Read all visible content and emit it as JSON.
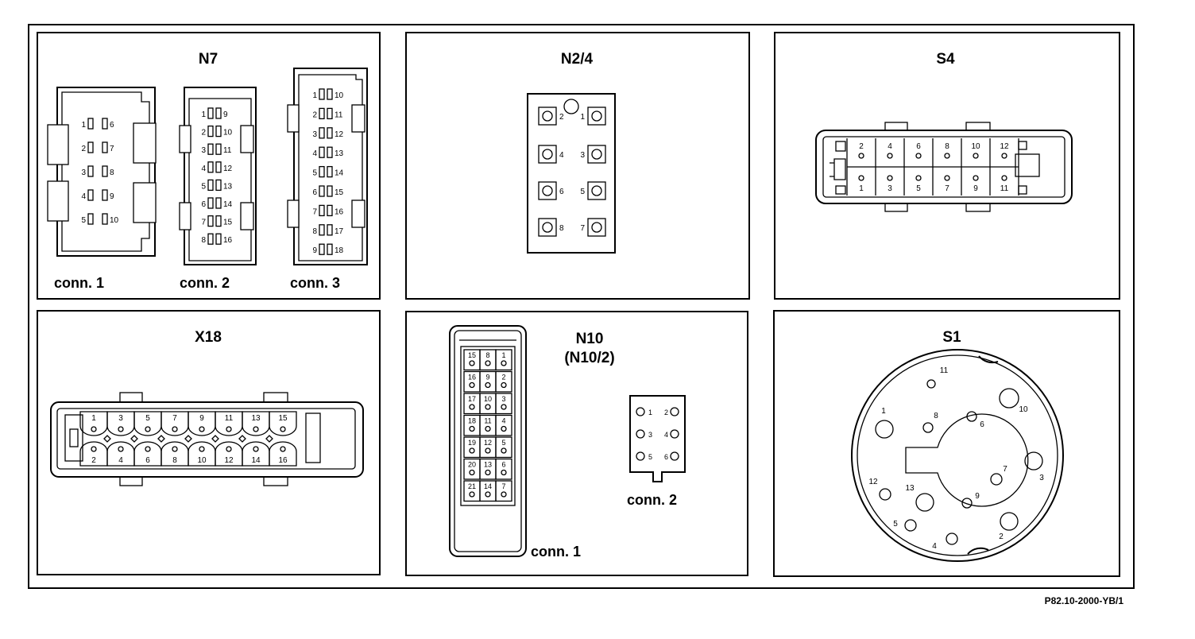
{
  "panels": {
    "n7": {
      "title": "N7",
      "conn1": {
        "label": "conn. 1",
        "left": [
          "1",
          "2",
          "3",
          "4",
          "5"
        ],
        "right": [
          "6",
          "7",
          "8",
          "9",
          "10"
        ]
      },
      "conn2": {
        "label": "conn. 2",
        "left": [
          "1",
          "2",
          "3",
          "4",
          "5",
          "6",
          "7",
          "8"
        ],
        "right": [
          "9",
          "10",
          "11",
          "12",
          "13",
          "14",
          "15",
          "16"
        ]
      },
      "conn3": {
        "label": "conn. 3",
        "left": [
          "1",
          "2",
          "3",
          "4",
          "5",
          "6",
          "7",
          "8",
          "9"
        ],
        "right": [
          "10",
          "11",
          "12",
          "13",
          "14",
          "15",
          "16",
          "17",
          "18"
        ]
      }
    },
    "n24": {
      "title": "N2/4",
      "pins": [
        "2",
        "1",
        "4",
        "3",
        "6",
        "5",
        "8",
        "7"
      ]
    },
    "s4": {
      "title": "S4",
      "top": [
        "2",
        "4",
        "6",
        "8",
        "10",
        "12"
      ],
      "bottom": [
        "1",
        "3",
        "5",
        "7",
        "9",
        "11"
      ]
    },
    "x18": {
      "title": "X18",
      "top": [
        "1",
        "3",
        "5",
        "7",
        "9",
        "11",
        "13",
        "15"
      ],
      "bottom": [
        "2",
        "4",
        "6",
        "8",
        "10",
        "12",
        "14",
        "16"
      ]
    },
    "n10": {
      "title": "N10",
      "subtitle": "(N10/2)",
      "conn1": {
        "label": "conn. 1",
        "rows": [
          [
            "15",
            "8",
            "1"
          ],
          [
            "16",
            "9",
            "2"
          ],
          [
            "17",
            "10",
            "3"
          ],
          [
            "18",
            "11",
            "4"
          ],
          [
            "19",
            "12",
            "5"
          ],
          [
            "20",
            "13",
            "6"
          ],
          [
            "21",
            "14",
            "7"
          ]
        ]
      },
      "conn2": {
        "label": "conn. 2",
        "pins": [
          "1",
          "2",
          "3",
          "4",
          "5",
          "6"
        ]
      }
    },
    "s1": {
      "title": "S1",
      "pins": [
        "11",
        "10",
        "1",
        "8",
        "6",
        "7",
        "3",
        "12",
        "13",
        "9",
        "5",
        "4",
        "2"
      ]
    }
  },
  "reference": "P82.10-2000-YB/1"
}
